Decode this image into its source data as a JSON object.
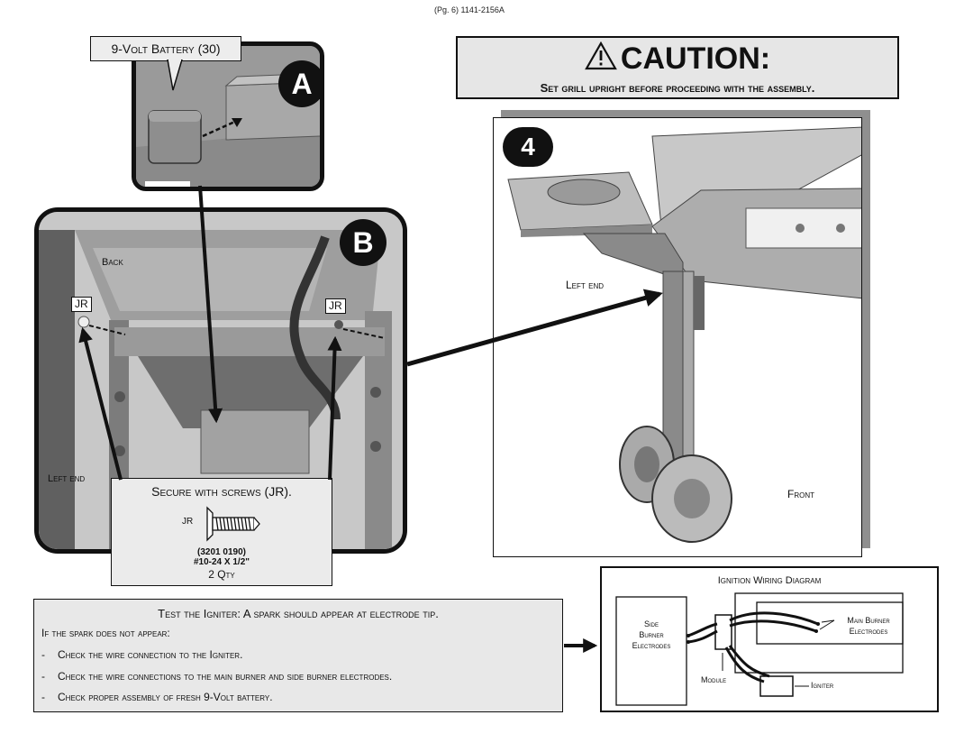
{
  "page_ref": "(Pg. 6) 1141-2156A",
  "caution": {
    "title": "CAUTION:",
    "subtitle": "Set grill upright before proceeding with the assembly."
  },
  "panel_a": {
    "badge": "A",
    "callout": "9-Volt Battery (30)"
  },
  "panel_b": {
    "badge": "B",
    "back_label": "Back",
    "left_end_label": "Left end",
    "jr_left": "JR",
    "jr_right": "JR"
  },
  "screws": {
    "title": "Secure with screws (JR).",
    "jr": "JR",
    "part_number": "(3201 0190)",
    "size": "#10-24 X 1/2\"",
    "qty": "2 Qty"
  },
  "step": {
    "number": "4",
    "left_end_label": "Left end",
    "front_label": "Front"
  },
  "test": {
    "title": "Test the Igniter:  A spark should appear at electrode tip.",
    "intro": "If the spark does not appear:",
    "items": [
      "Check the wire connection to the Igniter.",
      "Check the wire connections to the main burner and side burner electrodes.",
      "Check proper assembly of fresh 9-Volt battery."
    ],
    "dash": "-"
  },
  "wiring": {
    "title": "Ignition Wiring Diagram",
    "side_burner": "Side Burner Electrodes",
    "side_burner_l1": "Side",
    "side_burner_l2": "Burner",
    "side_burner_l3": "Electrodes",
    "main_burner_l1": "Main Burner",
    "main_burner_l2": "Electrodes",
    "module": "Module",
    "igniter": "Igniter"
  }
}
